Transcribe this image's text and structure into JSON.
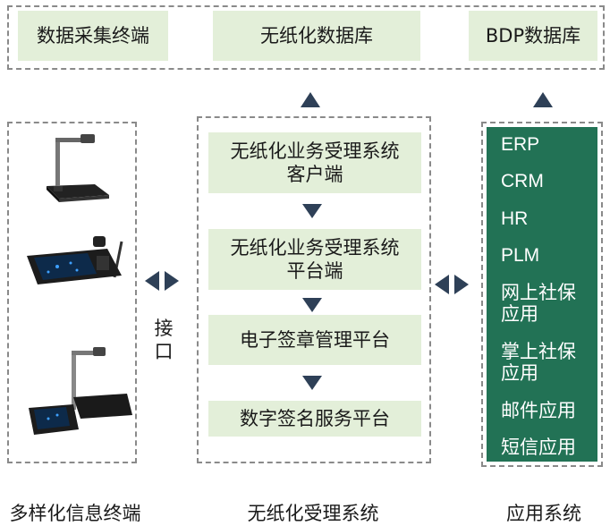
{
  "top": {
    "collect": "数据采集终端",
    "paperless_db": "无纸化数据库",
    "bdp_db": "BDP数据库"
  },
  "left": {
    "caption": "多样化信息终端",
    "devices": [
      "document-camera-icon",
      "signature-tablet-icon",
      "camera-tablet-combo-icon"
    ]
  },
  "interface": {
    "line1": "接",
    "line2": "口"
  },
  "middle": {
    "caption": "无纸化受理系统",
    "client_line1": "无纸化业务受理系统",
    "client_line2": "客户端",
    "platform_line1": "无纸化业务受理系统",
    "platform_line2": "平台端",
    "seal": "电子签章管理平台",
    "sign": "数字签名服务平台"
  },
  "right": {
    "caption": "应用系统",
    "items": [
      "ERP",
      "CRM",
      "HR",
      "PLM",
      "网上社保",
      "应用",
      "掌上社保",
      "应用",
      "邮件应用",
      "短信应用"
    ]
  },
  "colors": {
    "box_fill": "#e3efd9",
    "app_fill": "#227255",
    "arrow": "#2e4057",
    "dash": "#8a8a8a"
  }
}
